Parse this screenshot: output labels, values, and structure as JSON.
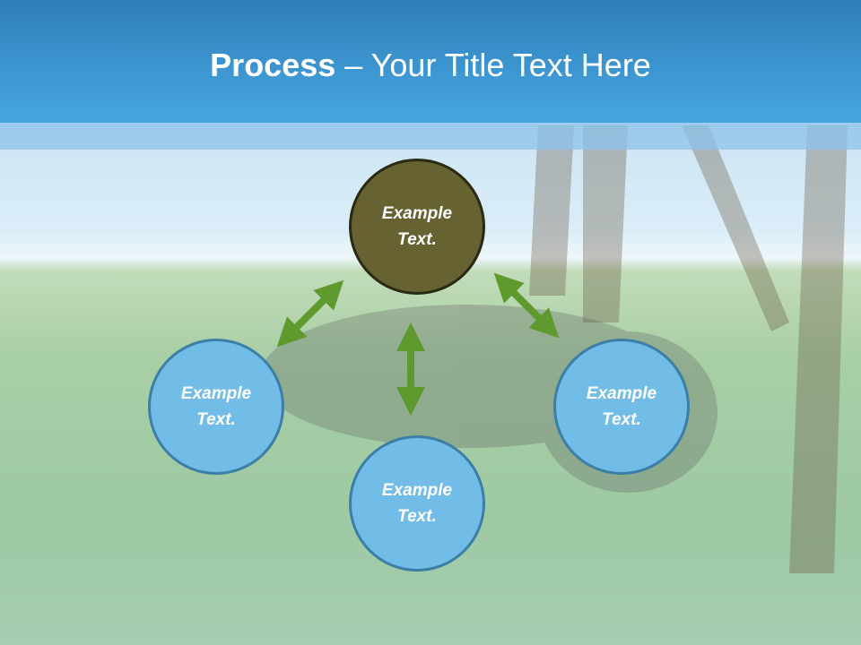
{
  "slide": {
    "title_bold": "Process",
    "title_rest": " – Your Title Text Here"
  },
  "nodes": [
    {
      "label_line1": "Example",
      "label_line2": "Text.",
      "color": "#666232"
    },
    {
      "label_line1": "Example",
      "label_line2": "Text.",
      "color": "#72bde8"
    },
    {
      "label_line1": "Example",
      "label_line2": "Text.",
      "color": "#72bde8"
    },
    {
      "label_line1": "Example",
      "label_line2": "Text.",
      "color": "#72bde8"
    }
  ],
  "arrow_color": "#5f9a2e"
}
